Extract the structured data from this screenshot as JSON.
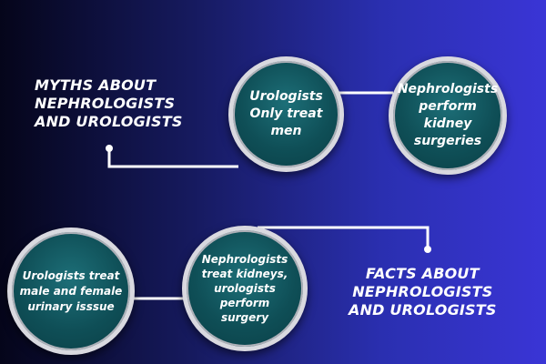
{
  "myths": {
    "heading": "MYTHS ABOUT\nNEPHROLOGISTS\nAND UROLOGISTS",
    "items": [
      {
        "text": "Urologists\nOnly treat\nmen"
      },
      {
        "text": "Nephrologists\nperform kidney\nsurgeries"
      }
    ]
  },
  "facts": {
    "heading": "FACTS ABOUT\nNEPHROLOGISTS\nAND UROLOGISTS",
    "items": [
      {
        "text": "Urologists treat\nmale and female\nurinary isssue"
      },
      {
        "text": "Nephrologists\ntreat kidneys,\nurologists\nperform\nsurgery"
      }
    ]
  },
  "colors": {
    "bubble_fill": "#0f4f57",
    "bubble_ring": "#d9d9df",
    "connector": "#ffffff",
    "background_left": "#05051a",
    "background_right": "#3a35d6"
  }
}
